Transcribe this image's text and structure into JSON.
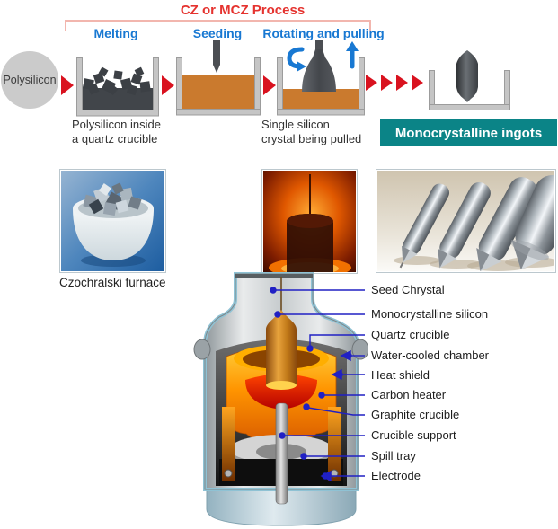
{
  "process": {
    "title": "CZ or MCZ Process",
    "steps": [
      "Melting",
      "Seeding",
      "Rotating and pulling"
    ],
    "source_label": "Polysilicon",
    "caption_crucible1": [
      "Polysilicon inside",
      "a quartz crucible"
    ],
    "caption_crucible3": [
      "Single silicon",
      "crystal being pulled"
    ],
    "result_banner": "Monocrystalline ingots"
  },
  "photos": {
    "furnace_caption": "Czochralski furnace"
  },
  "furnace": {
    "labels": [
      "Seed Chrystal",
      "Monocrystalline silicon",
      "Quartz crucible",
      "Water-cooled chamber",
      "Heat shield",
      "Carbon heater",
      "Graphite crucible",
      "Crucible support",
      "Spill tray",
      "Electrode"
    ]
  },
  "icons": {
    "forward": "arrow-right-icon",
    "rotate": "rotate-icon",
    "pull": "arrow-up-icon"
  },
  "colors": {
    "title_red": "#e5332f",
    "bracket_pink": "#f2b6ae",
    "step_blue": "#1878d2",
    "arrow_red": "#d9121f",
    "banner_teal": "#0b8487",
    "melt_orange": "#ca7a2e",
    "connector_blue": "#2020c4"
  }
}
